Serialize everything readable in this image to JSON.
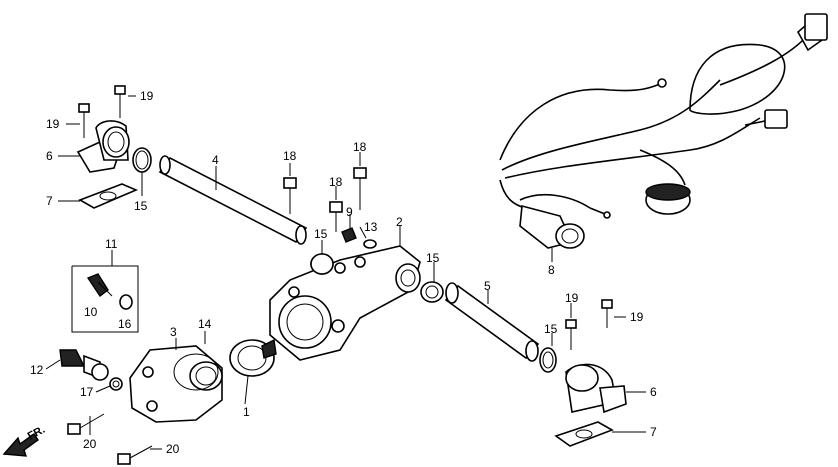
{
  "direction_label": "FR.",
  "callouts": [
    {
      "id": "c-19a",
      "text": "19"
    },
    {
      "id": "c-19b",
      "text": "19"
    },
    {
      "id": "c-6a",
      "text": "6"
    },
    {
      "id": "c-7a",
      "text": "7"
    },
    {
      "id": "c-15a",
      "text": "15"
    },
    {
      "id": "c-4",
      "text": "4"
    },
    {
      "id": "c-18a",
      "text": "18"
    },
    {
      "id": "c-18b",
      "text": "18"
    },
    {
      "id": "c-18c",
      "text": "18"
    },
    {
      "id": "c-9",
      "text": "9"
    },
    {
      "id": "c-13",
      "text": "13"
    },
    {
      "id": "c-2",
      "text": "2"
    },
    {
      "id": "c-15b",
      "text": "15"
    },
    {
      "id": "c-15c",
      "text": "15"
    },
    {
      "id": "c-11",
      "text": "11"
    },
    {
      "id": "c-10",
      "text": "10"
    },
    {
      "id": "c-16",
      "text": "16"
    },
    {
      "id": "c-3",
      "text": "3"
    },
    {
      "id": "c-14",
      "text": "14"
    },
    {
      "id": "c-12",
      "text": "12"
    },
    {
      "id": "c-17",
      "text": "17"
    },
    {
      "id": "c-1",
      "text": "1"
    },
    {
      "id": "c-20a",
      "text": "20"
    },
    {
      "id": "c-20b",
      "text": "20"
    },
    {
      "id": "c-5",
      "text": "5"
    },
    {
      "id": "c-19c",
      "text": "19"
    },
    {
      "id": "c-19d",
      "text": "19"
    },
    {
      "id": "c-15d",
      "text": "15"
    },
    {
      "id": "c-6b",
      "text": "6"
    },
    {
      "id": "c-7b",
      "text": "7"
    },
    {
      "id": "c-8",
      "text": "8"
    }
  ]
}
